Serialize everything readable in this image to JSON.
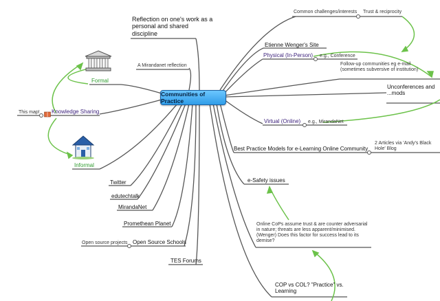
{
  "center": "Communities of Practice",
  "branches": {
    "reflection": "Reflection on one's work as a personal and shared discipline",
    "mirandanet_reflection": "A Mirandanet reflection",
    "common_challenges": "Common challenges/interests",
    "trust": "Trust & reciprocity",
    "wenger_site": "Etienne Wenger's Site",
    "physical": "Physical (In-Person)",
    "eg_conference": "e.g., Conference",
    "follow_up": "Follow-up communities eg e-mail (sometimes subversive of institution)",
    "unconferences": "Unconferences and ...mods",
    "virtual": "Virtual (Online)",
    "eg_mirandanet": "e.g., MirandaNet",
    "best_practice": "Best Practice Models for e-Learning Online Community",
    "two_articles": "2 Articles via 'Andy's Black Hole' Blog",
    "esafety": "e-Safety issues",
    "online_cops": "Online CoPs assume trust & are counter adversarial in nature; threats are less apparent/minimised. (Wenger) Does this factor for success lead to its demise?",
    "cop_vs_col": "COP vs COL? \"Practice\" vs. Learning",
    "formal": "Formal",
    "knowledge_sharing": "Knowledge Sharing",
    "this_map": "This map!",
    "informal": "Informal",
    "twitter": "Twitter",
    "edutechtalk": "edutechtalk",
    "mirandanet": "MirandaNet",
    "promethean": "Promethean Planet",
    "open_source_projects": "Open source projects",
    "open_source_schools": "Open Source Schools",
    "tes_forums": "TES Forums"
  },
  "colors": {
    "branch": "#555555",
    "link": "#6cc24a",
    "center_fill": "#3aa6ef",
    "physical_virtual_text": "#3a1f7a",
    "formal_informal_text": "#2e9b2e"
  },
  "icons": [
    "building-icon",
    "house-icon",
    "book-icon"
  ]
}
